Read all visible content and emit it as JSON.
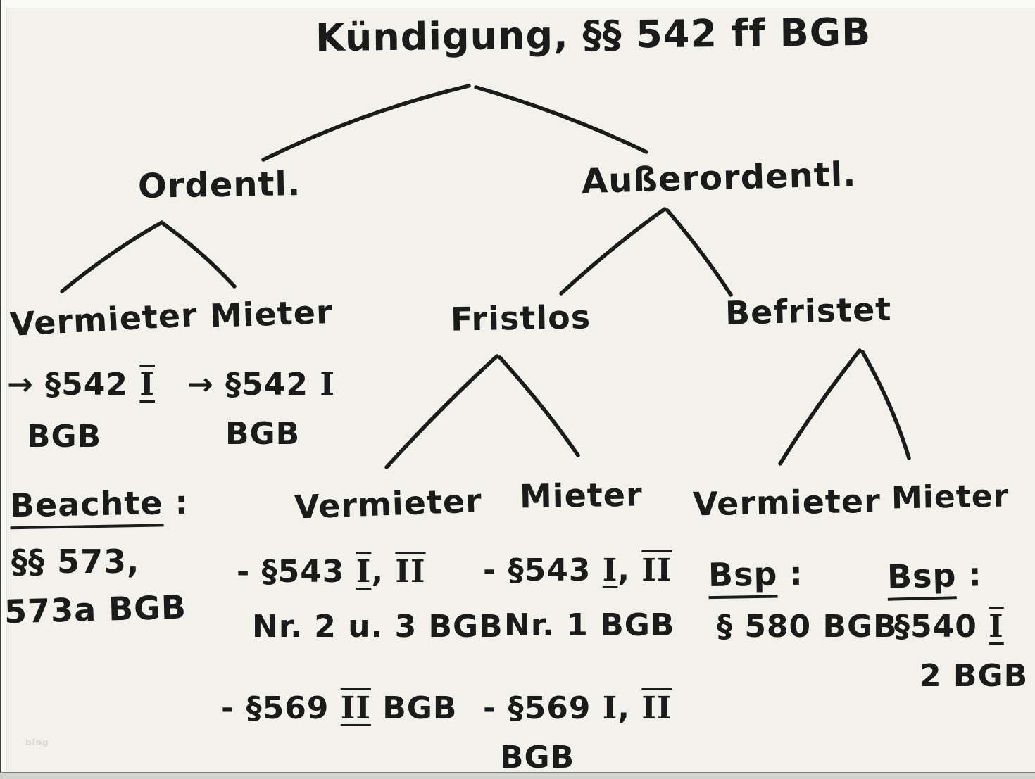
{
  "page": {
    "paper_color": "#f2f1ec",
    "ink_color": "#1b1b1b",
    "watermark": "blog"
  },
  "title": "Kündigung, §§ 542 ff BGB",
  "tree": {
    "level1": {
      "ordentlich": "Ordentl.",
      "ausserordentlich": "Außerordentl."
    },
    "ordentlich": {
      "vermieter": {
        "label": "Vermieter",
        "ref_line1": [
          {
            "t": "→ §542 "
          },
          {
            "t": "I",
            "roman": true,
            "over": true,
            "under": true
          }
        ],
        "ref_line2": "BGB"
      },
      "mieter": {
        "label": "Mieter",
        "ref_line1": [
          {
            "t": "→ §542 "
          },
          {
            "t": "I",
            "roman": true
          }
        ],
        "ref_line2": "BGB"
      },
      "note": {
        "heading": "Beachte",
        "colon": " :",
        "line1": "§§ 573,",
        "line2": "573a BGB"
      }
    },
    "ausserordentlich": {
      "fristlos": {
        "label": "Fristlos",
        "vermieter": {
          "label": "Vermieter",
          "line1": [
            {
              "t": "- §543 "
            },
            {
              "t": "I",
              "roman": true,
              "over": true,
              "under": true
            },
            {
              "t": ", "
            },
            {
              "t": "II",
              "roman": true,
              "over": true
            }
          ],
          "line2": "Nr. 2 u. 3 BGB",
          "line3": [
            {
              "t": "- §569 "
            },
            {
              "t": "II",
              "roman": true,
              "over": true,
              "under": true
            },
            {
              "t": " BGB"
            }
          ]
        },
        "mieter": {
          "label": "Mieter",
          "line1": [
            {
              "t": "- §543 "
            },
            {
              "t": "I",
              "roman": true,
              "under": true
            },
            {
              "t": ", "
            },
            {
              "t": "II",
              "roman": true,
              "over": true
            }
          ],
          "line2": "Nr. 1 BGB",
          "line3": [
            {
              "t": "- §569 "
            },
            {
              "t": "I",
              "roman": true
            },
            {
              "t": ", "
            },
            {
              "t": "II",
              "roman": true,
              "over": true
            }
          ],
          "line4": "BGB"
        }
      },
      "befristet": {
        "label": "Befristet",
        "vermieter": {
          "label": "Vermieter",
          "bsp": "Bsp",
          "colon": " :",
          "ref": "§ 580 BGB"
        },
        "mieter": {
          "label": "Mieter",
          "bsp": "Bsp",
          "colon": " :",
          "ref_line1": [
            {
              "t": "§540 "
            },
            {
              "t": "I",
              "roman": true,
              "over": true,
              "under": true
            }
          ],
          "ref_line2": "2 BGB"
        }
      }
    }
  }
}
